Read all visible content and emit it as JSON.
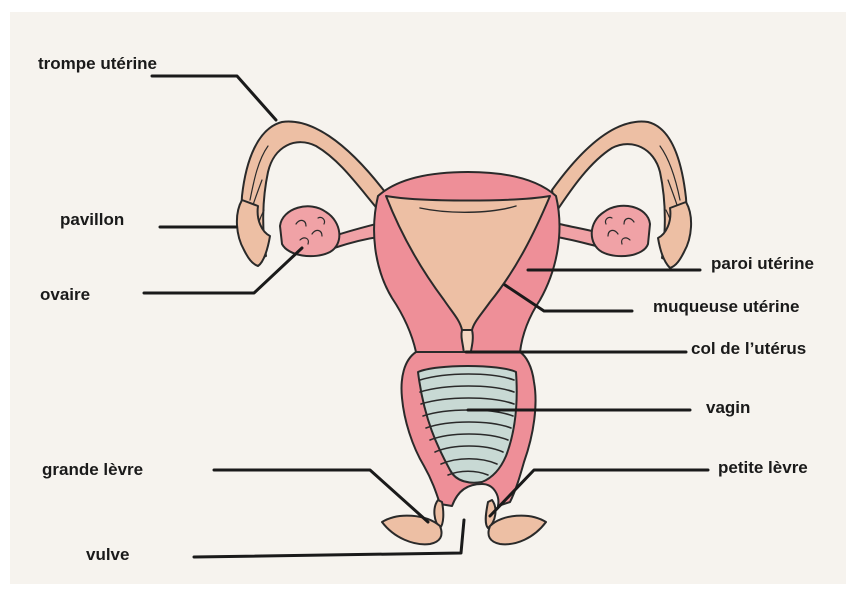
{
  "labels": {
    "fallopian_tube": "trompe utérine",
    "fimbria": "pavillon",
    "ovary": "ovaire",
    "uterine_wall": "paroi utérine",
    "endometrium": "muqueuse utérine",
    "cervix": "col de l’utérus",
    "vagina": "vagin",
    "labia_majora": "grande lèvre",
    "labia_minora": "petite lèvre",
    "vulva": "vulve"
  },
  "colors": {
    "wall": "#ee8f98",
    "mucosa": "#edbfa4",
    "ovary": "#f0a2a6",
    "vagina": "#c8d9d4",
    "outline": "#2a2a2a",
    "leader": "#1a1a1a",
    "paper": "#f6f3ee"
  }
}
